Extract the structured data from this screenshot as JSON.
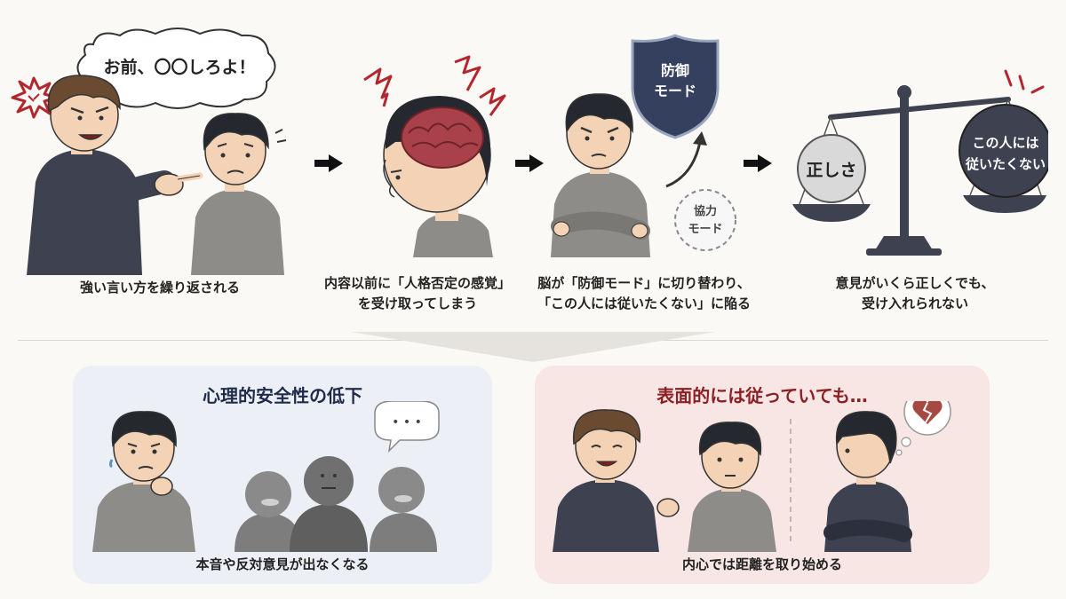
{
  "bubble_text": "お前、〇〇しろよ！",
  "shield_text": [
    "防御",
    "モード"
  ],
  "coop_text": [
    "協力",
    "モード"
  ],
  "scale_left": "正しさ",
  "scale_right": [
    "この人には",
    "従いたくない"
  ],
  "steps": [
    {
      "caption": [
        "強い言い方を繰り返される"
      ]
    },
    {
      "caption": [
        "内容以前に「人格否定の感覚」",
        "を受け取ってしまう"
      ]
    },
    {
      "caption": [
        "脳が「防御モード」に切り替わり、",
        "「この人には従いたくない」に陥る"
      ]
    },
    {
      "caption": [
        "意見がいくら正しくでも、",
        "受け入れられない"
      ]
    }
  ],
  "panels": {
    "left": {
      "title": "心理的安全性の低下",
      "caption": "本音や反対意見が出なくなる",
      "dots": "• • •"
    },
    "right": {
      "title": "表面的には従っていても…",
      "caption": "内心では距離を取り始める"
    }
  },
  "colors": {
    "accent_red": "#b3262e",
    "shield": "#34405e",
    "panel_blue": "#eceff5",
    "panel_pink": "#f7e6e4",
    "title_blue": "#1f2b4a",
    "title_red": "#8c1f24"
  }
}
